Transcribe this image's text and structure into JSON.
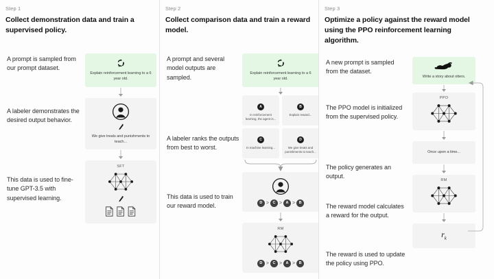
{
  "colors": {
    "page_background": "#fdfdfd",
    "card_background": "#f3f3f3",
    "prompt_card_background": "#e4f6e4",
    "text": "#1a1a1a",
    "muted_text": "#8c8c8c",
    "arrow": "#9a9a9a",
    "divider": "#e4e4e4"
  },
  "steps": [
    {
      "label": "Step 1",
      "title": "Collect demonstration data and train a supervised policy.",
      "captions": [
        "A prompt is sampled from our prompt dataset.",
        "A labeler demonstrates the desired output behavior.",
        "This data is used to fine-tune GPT-3.5 with supervised learning."
      ],
      "prompt_card": {
        "icon": "recycle-icon",
        "text": "Explain reinforcement learning to a 6 year old."
      },
      "labeler_card": {
        "icon": "person-circle-icon",
        "pen_icon": "pen-icon",
        "text": "We give treats and punishments to teach..."
      },
      "model_card": {
        "title": "SFT",
        "icon": "neural-network-icon",
        "pen_icon": "pen-icon",
        "docs_icon": "documents-icon"
      }
    },
    {
      "label": "Step 2",
      "title": "Collect comparison data and train a reward model.",
      "captions": [
        "A prompt and several model outputs are sampled.",
        "A labeler ranks the outputs from best to worst.",
        "This data is used to train our reward model."
      ],
      "prompt_card": {
        "icon": "recycle-icon",
        "text": "Explain reinforcement learning to a 6 year old."
      },
      "outputs": [
        {
          "badge": "A",
          "text": "In reinforcement learning, the agent is..."
        },
        {
          "badge": "B",
          "text": "Explain reward..."
        },
        {
          "badge": "C",
          "text": "In machine learning..."
        },
        {
          "badge": "D",
          "text": "We give treats and punishments to teach..."
        }
      ],
      "labeler_card": {
        "icon": "person-circle-icon",
        "ranking": [
          "D",
          "C",
          "A",
          "B"
        ],
        "separator": ">"
      },
      "reward_card": {
        "title": "RM",
        "icon": "neural-network-icon",
        "ranking": [
          "D",
          "C",
          "A",
          "B"
        ],
        "separator": ">"
      }
    },
    {
      "label": "Step 3",
      "title": "Optimize a policy against the reward model using the PPO reinforcement learning algorithm.",
      "captions": [
        "A new prompt is sampled from the dataset.",
        "The PPO model is initialized from the supervised policy.",
        "The policy generates an output.",
        "The reward model calculates a reward for the output.",
        "The reward is used to update the policy using PPO."
      ],
      "prompt_card": {
        "icon": "otter-icon",
        "text": "Write a story about otters."
      },
      "ppo_card": {
        "title": "PPO",
        "icon": "neural-network-icon"
      },
      "output_card": {
        "text": "Once upon a time..."
      },
      "rm_card": {
        "title": "RM",
        "icon": "neural-network-icon"
      },
      "reward_card": {
        "symbol": "r",
        "subscript": "k"
      },
      "feedback_loop": "feedback-loop-arrow"
    }
  ]
}
